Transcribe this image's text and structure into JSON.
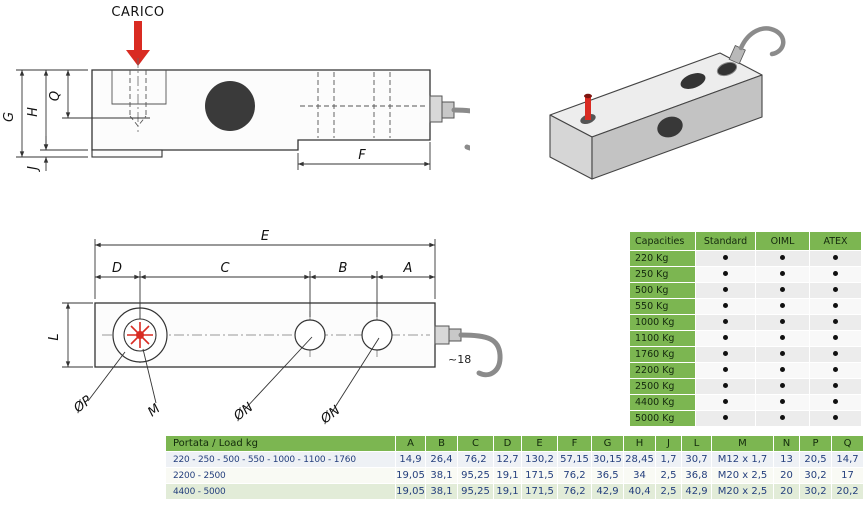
{
  "colors": {
    "table_green": "#7cb651",
    "load_arrow_red": "#d92b22",
    "hole_fill_dark": "#3a3a3a",
    "table_value_text": "#243f7d"
  },
  "drawings": {
    "load_label": "CARICO",
    "side_view": {
      "dim_g": "G",
      "dim_h": "H",
      "dim_q": "Q",
      "dim_j": "J",
      "dim_f": "F"
    },
    "top_view": {
      "dim_e": "E",
      "dim_d": "D",
      "dim_c": "C",
      "dim_b": "B",
      "dim_a": "A",
      "dim_l": "L",
      "label_p": "ØP",
      "label_m": "M",
      "label_n1": "ØN",
      "label_n2": "ØN",
      "cable_dim": "~18"
    }
  },
  "capacities_table": {
    "headers": [
      "Capacities",
      "Standard",
      "OIML",
      "ATEX"
    ],
    "rows": [
      {
        "capacity": "220 Kg",
        "standard": true,
        "oiml": true,
        "atex": true
      },
      {
        "capacity": "250 Kg",
        "standard": true,
        "oiml": true,
        "atex": true
      },
      {
        "capacity": "500 Kg",
        "standard": true,
        "oiml": true,
        "atex": true
      },
      {
        "capacity": "550 Kg",
        "standard": true,
        "oiml": true,
        "atex": true
      },
      {
        "capacity": "1000 Kg",
        "standard": true,
        "oiml": true,
        "atex": true
      },
      {
        "capacity": "1100 Kg",
        "standard": true,
        "oiml": true,
        "atex": true
      },
      {
        "capacity": "1760 Kg",
        "standard": true,
        "oiml": true,
        "atex": true
      },
      {
        "capacity": "2200 Kg",
        "standard": true,
        "oiml": true,
        "atex": true
      },
      {
        "capacity": "2500 Kg",
        "standard": true,
        "oiml": true,
        "atex": true
      },
      {
        "capacity": "4400 Kg",
        "standard": true,
        "oiml": true,
        "atex": true
      },
      {
        "capacity": "5000 Kg",
        "standard": true,
        "oiml": true,
        "atex": true
      }
    ]
  },
  "dimensions_table": {
    "headers": [
      "Portata / Load kg",
      "A",
      "B",
      "C",
      "D",
      "E",
      "F",
      "G",
      "H",
      "J",
      "L",
      "M",
      "N",
      "P",
      "Q"
    ],
    "rows": [
      {
        "portata": "220 - 250 - 500 - 550 - 1000 - 1100 - 1760",
        "values": [
          "14,9",
          "26,4",
          "76,2",
          "12,7",
          "130,2",
          "57,15",
          "30,15",
          "28,45",
          "1,7",
          "30,7",
          "M12 x 1,7",
          "13",
          "20,5",
          "14,7"
        ]
      },
      {
        "portata": "2200 - 2500",
        "values": [
          "19,05",
          "38,1",
          "95,25",
          "19,1",
          "171,5",
          "76,2",
          "36,5",
          "34",
          "2,5",
          "36,8",
          "M20 x 2,5",
          "20",
          "30,2",
          "17"
        ]
      },
      {
        "portata": "4400 - 5000",
        "values": [
          "19,05",
          "38,1",
          "95,25",
          "19,1",
          "171,5",
          "76,2",
          "42,9",
          "40,4",
          "2,5",
          "42,9",
          "M20 x 2,5",
          "20",
          "30,2",
          "20,2"
        ]
      }
    ]
  }
}
